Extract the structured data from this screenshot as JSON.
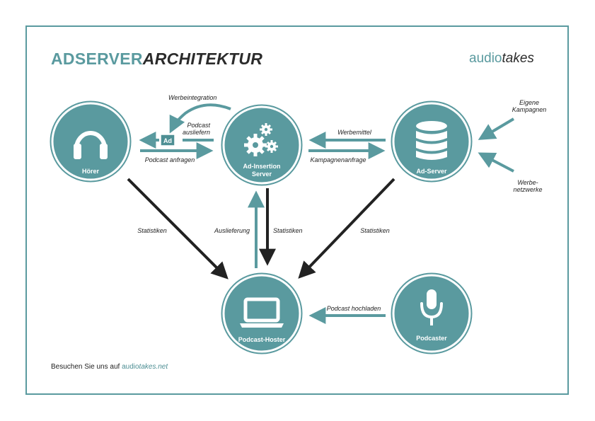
{
  "title": {
    "part1": "ADSERVER",
    "part2": "ARCHITEKTUR"
  },
  "logo": {
    "part1": "audio",
    "part2": "takes"
  },
  "footer": {
    "text": "Besuchen Sie uns auf ",
    "link_part1": "audio",
    "link_part2": "takes.net"
  },
  "colors": {
    "teal": "#5a9a9f",
    "teal_dark": "#4e8f94",
    "arrow_dark": "#222222",
    "frame": "#5a9a9f"
  },
  "nodes": {
    "hoerer": {
      "label": "Hörer",
      "icon": "headphones-icon"
    },
    "ad_insertion": {
      "label_line1": "Ad-Insertion",
      "label_line2": "Server",
      "icon": "gears-icon"
    },
    "ad_server": {
      "label": "Ad-Server",
      "icon": "database-icon"
    },
    "podcast_hoster": {
      "label": "Podcast-Hoster",
      "icon": "laptop-icon"
    },
    "podcaster": {
      "label": "Podcaster",
      "icon": "microphone-icon"
    }
  },
  "ad_badge": "Ad",
  "edges": {
    "werbeintegration": "Werbeintegration",
    "podcast_ausliefern_1": "Podcast",
    "podcast_ausliefern_2": "ausliefern",
    "podcast_anfragen": "Podcast anfragen",
    "werbemittel": "Werbemittel",
    "kampagnenanfrage": "Kampagnenanfrage",
    "eigene_kampagnen_1": "Eigene",
    "eigene_kampagnen_2": "Kampagnen",
    "werbenetzwerke_1": "Werbe-",
    "werbenetzwerke_2": "netzwerke",
    "statistiken_left": "Statistiken",
    "auslieferung": "Auslieferung",
    "statistiken_center": "Statistiken",
    "statistiken_right": "Statistiken",
    "podcast_hochladen": "Podcast hochladen"
  }
}
